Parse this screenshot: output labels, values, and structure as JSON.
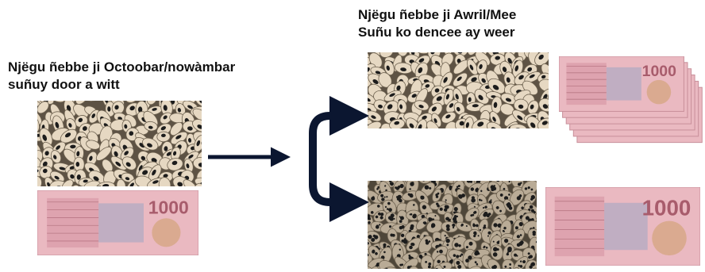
{
  "left_caption": {
    "line1": "Njëgu ñebbe ji Octoobar/nowàmbar",
    "line2": "suñuy door a witt"
  },
  "right_caption": {
    "line1": "Njëgu ñebbe ji Awril/Mee",
    "line2": "Suñu ko dencee ay weer"
  },
  "banknote": {
    "denomination": "1000"
  },
  "colors": {
    "arrow": "#0b1630",
    "bean_light": "#e6d8c2",
    "bean_shadow": "#6e6250",
    "bean_eye": "#1c1c1c",
    "bean_spotted": "#b9ab96",
    "note_pink": "#eab9c1",
    "note_gold": "#c79a55",
    "note_blue": "#8fa2c4"
  },
  "icons": {
    "beans": "black-eyed-pea-pile-icon",
    "spoiled_beans": "weevil-damaged-beans-icon",
    "banknote": "cfa-1000-franc-note-icon",
    "arrow": "fork-arrow-icon"
  }
}
